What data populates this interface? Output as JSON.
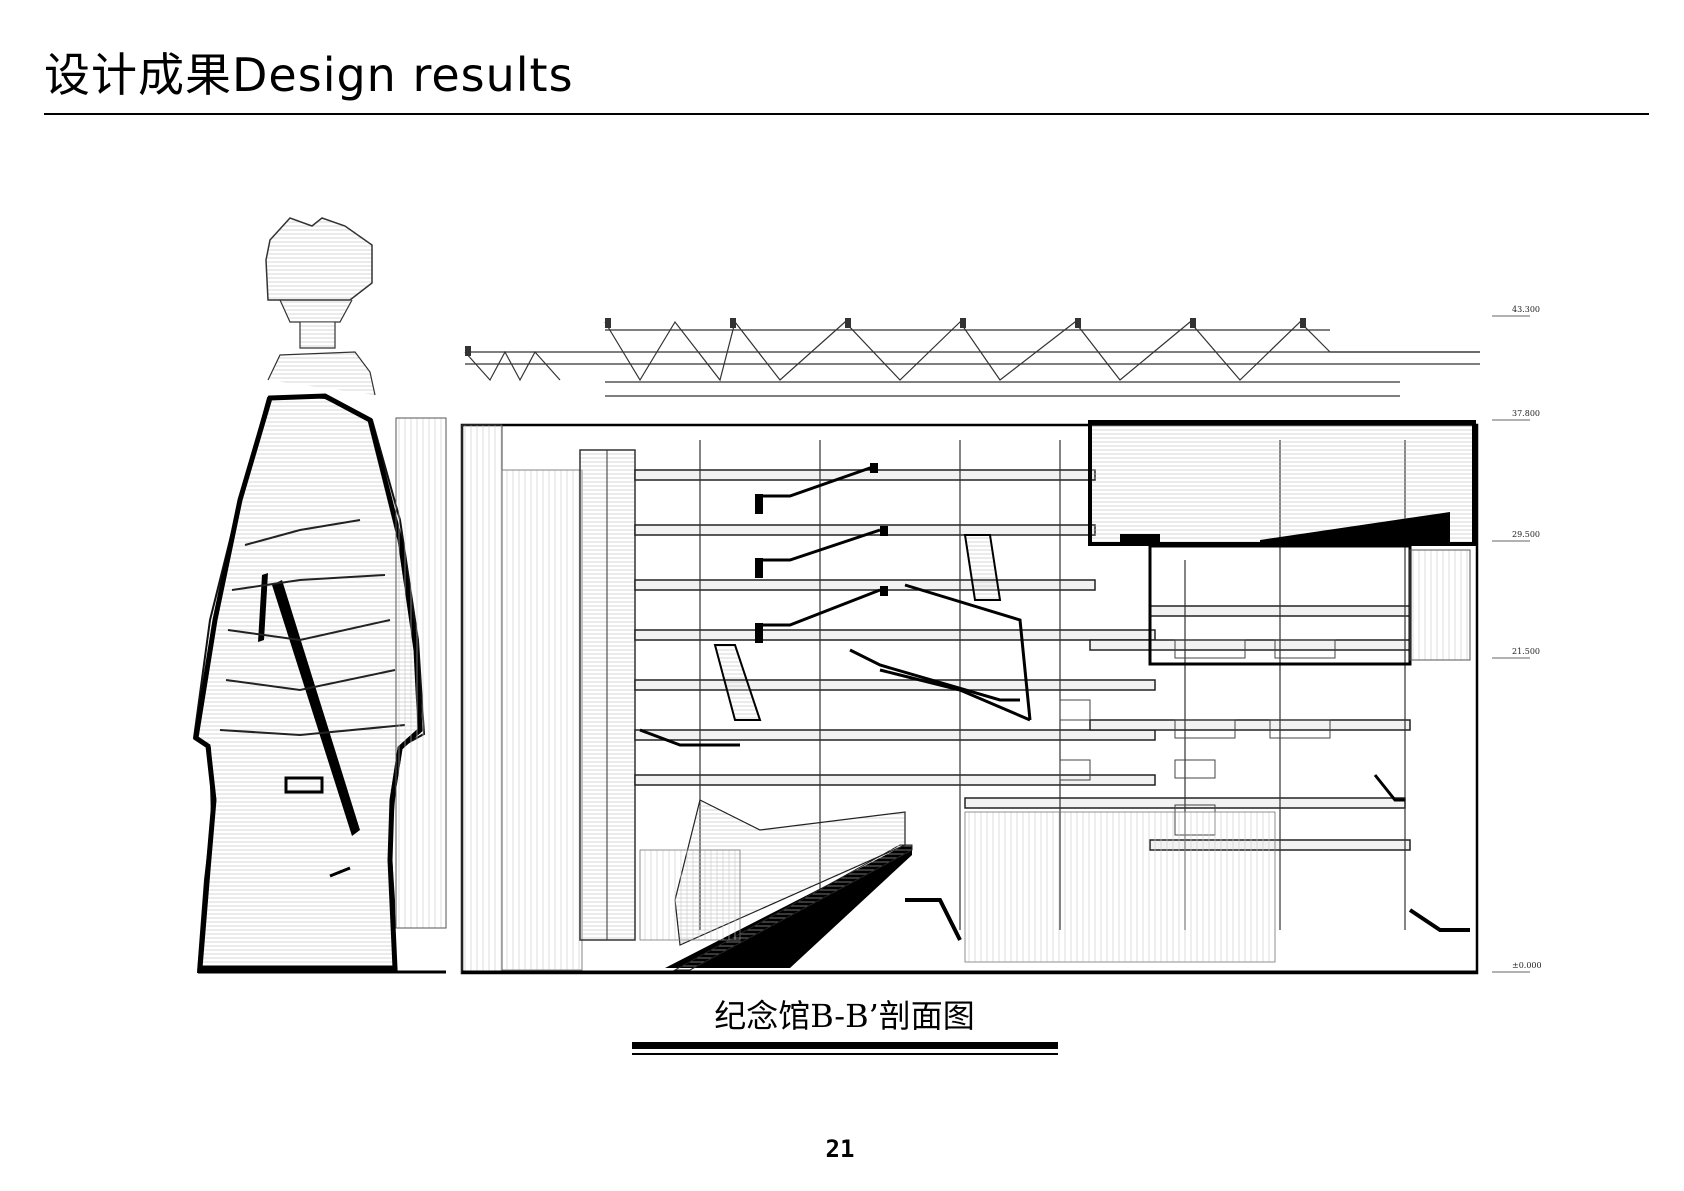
{
  "header": {
    "title": "设计成果Design results"
  },
  "drawing": {
    "caption": "纪念馆B-B’剖面图",
    "levels": [
      {
        "label": "43.300",
        "value": 43.3
      },
      {
        "label": "37.800",
        "value": 37.8
      },
      {
        "label": "29.500",
        "value": 29.5
      },
      {
        "label": "21.500",
        "value": 21.5
      },
      {
        "label": "±0.000",
        "value": 0
      }
    ]
  },
  "footer": {
    "page_number": "21"
  }
}
